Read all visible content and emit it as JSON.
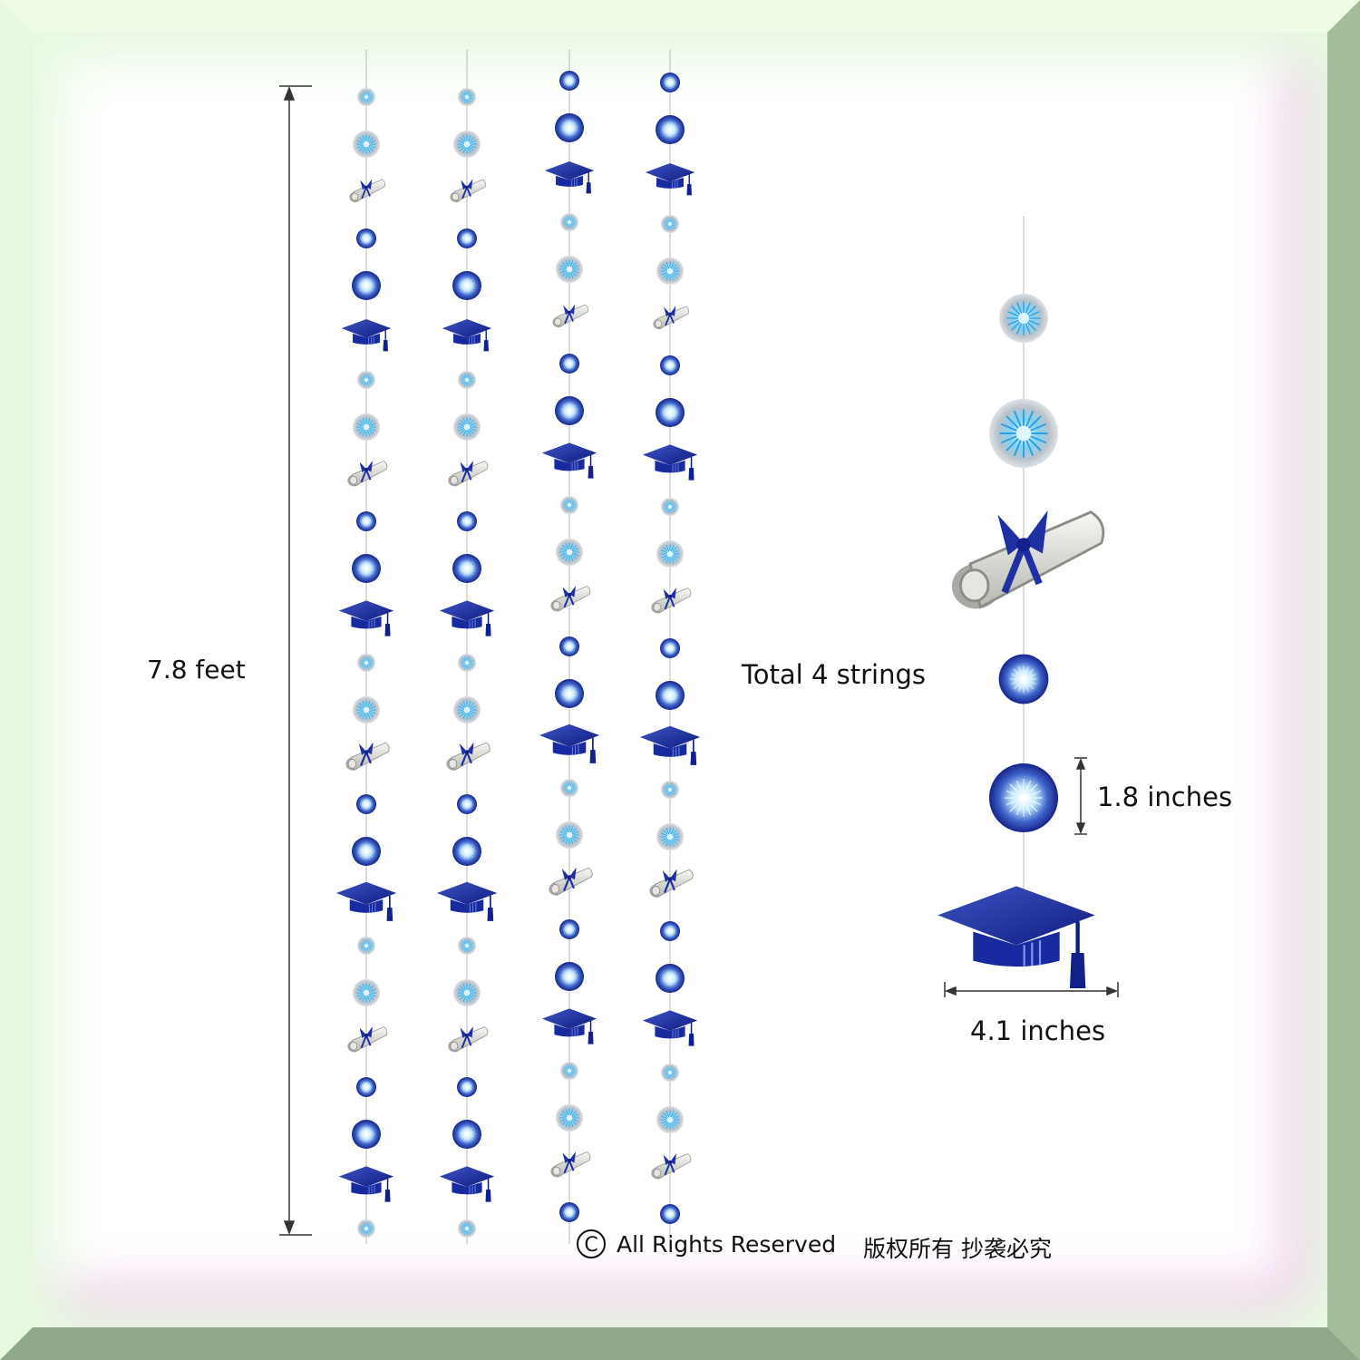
{
  "labels": {
    "height": "7.8 feet",
    "total_strings": "Total 4 strings",
    "circle_diameter": "1.8 inches",
    "cap_width": "4.1 inches",
    "copyright": "All Rights Reserved",
    "copyright_symbol": "C",
    "chinese_notice": "版权所有 抄袭必究"
  },
  "colors": {
    "navy": "#1c2f9a",
    "light_blue": "#6fc6ee",
    "silver": "#c9cdd2",
    "frame_green": "#a9c4a1",
    "pink_glow": "#f4a9f1"
  },
  "strings": {
    "count": 4,
    "sequence_a": [
      "small-silver",
      "silver-burst",
      "diploma",
      "small-blue",
      "blue-burst",
      "cap"
    ],
    "sequence_b": [
      "small-blue",
      "blue-burst",
      "cap",
      "small-silver",
      "silver-burst",
      "diploma"
    ]
  },
  "detail_sequence": [
    "silver-burst",
    "silver-burst-large",
    "diploma",
    "blue-burst",
    "blue-burst-large",
    "cap"
  ]
}
